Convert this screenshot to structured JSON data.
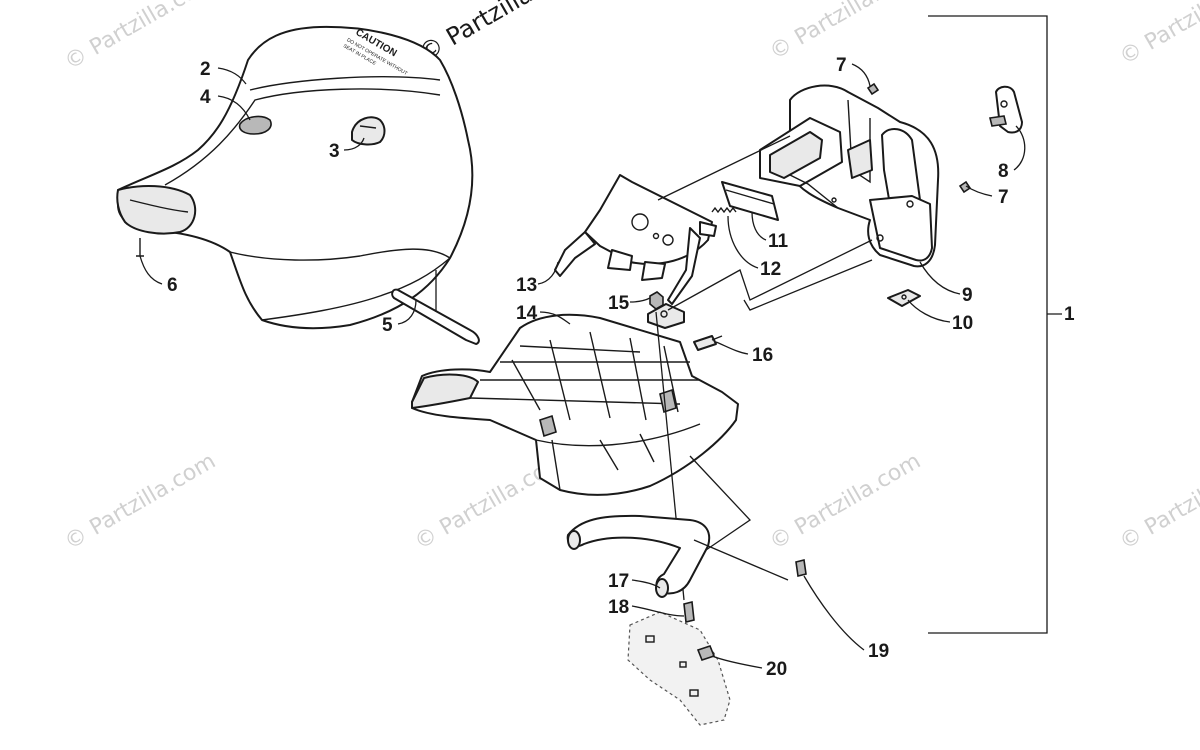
{
  "watermark": {
    "main": "© Partzilla.com",
    "repeat": "© Partzilla.com"
  },
  "seat_label": {
    "line1": "CAUTION",
    "line2": "DO NOT OPERATE WITHOUT",
    "line3": "SEAT IN PLACE"
  },
  "callouts": {
    "c1": "1",
    "c2": "2",
    "c3": "3",
    "c4": "4",
    "c5": "5",
    "c6": "6",
    "c7a": "7",
    "c7b": "7",
    "c8": "8",
    "c9": "9",
    "c10": "10",
    "c11": "11",
    "c12": "12",
    "c13": "13",
    "c14": "14",
    "c15": "15",
    "c16": "16",
    "c17": "17",
    "c18": "18",
    "c19": "19",
    "c20": "20"
  },
  "colors": {
    "line": "#1a1a1a",
    "watermark": "#d0d0d0"
  }
}
